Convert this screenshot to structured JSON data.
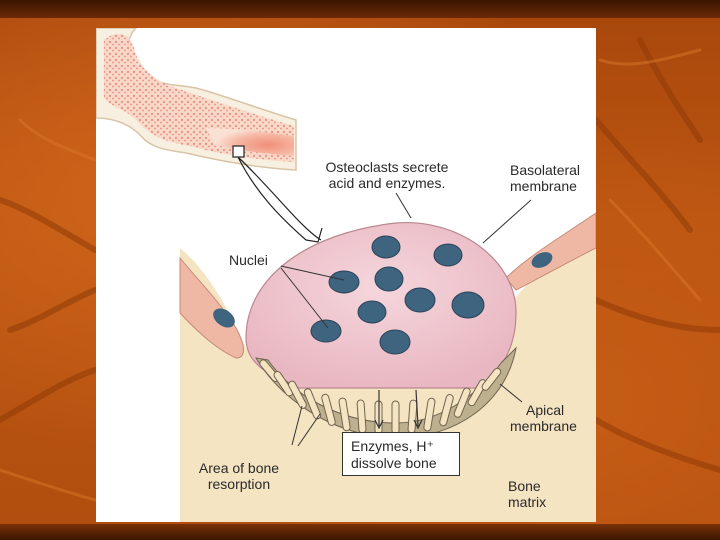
{
  "diagram": {
    "labels": {
      "osteoclasts": "Osteoclasts secrete",
      "osteoclasts_line2": "acid and enzymes.",
      "basolateral": "Basolateral",
      "basolateral_line2": "membrane",
      "nuclei": "Nuclei",
      "apical": "Apical",
      "apical_line2": "membrane",
      "enzymes": "Enzymes, H⁺",
      "enzymes_line2": "dissolve bone",
      "resorption": "Area of bone",
      "resorption_line2": "resorption",
      "bone_matrix": "Bone",
      "bone_matrix_line2": "matrix"
    },
    "colors": {
      "slide_background": "#b34f10",
      "bone_matrix": "#f4e4c2",
      "osteoclast_cytoplasm": "#efc6cf",
      "nucleus": "#3f6480",
      "neighbor_cell": "#eeb8a4",
      "ruffled_border": "#8d7d66"
    }
  }
}
